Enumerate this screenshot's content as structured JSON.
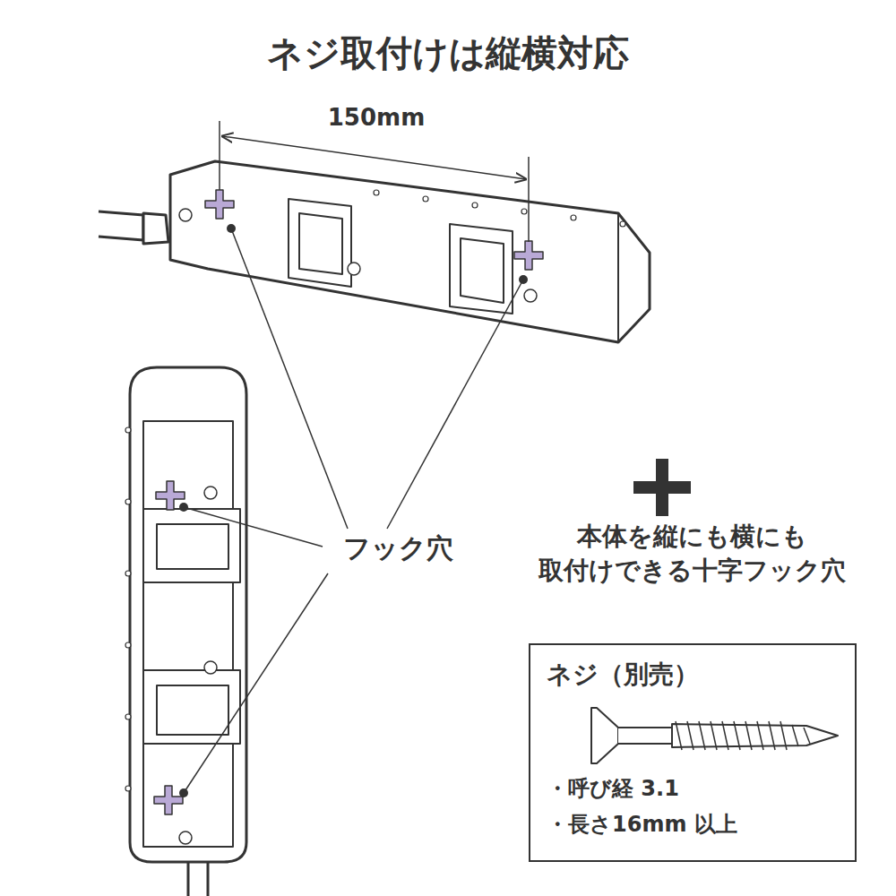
{
  "diagram": {
    "title": "ネジ取付けは縦横対応",
    "nodes": [
      {
        "text": [
          "ネジ（別売）",
          "・呼び経 3.1",
          "・長さ16mm 以上"
        ]
      }
    ],
    "labels": [
      "150mm",
      "フック穴",
      "本体を縦にも横にも 取付けできる十字フック穴"
    ]
  }
}
